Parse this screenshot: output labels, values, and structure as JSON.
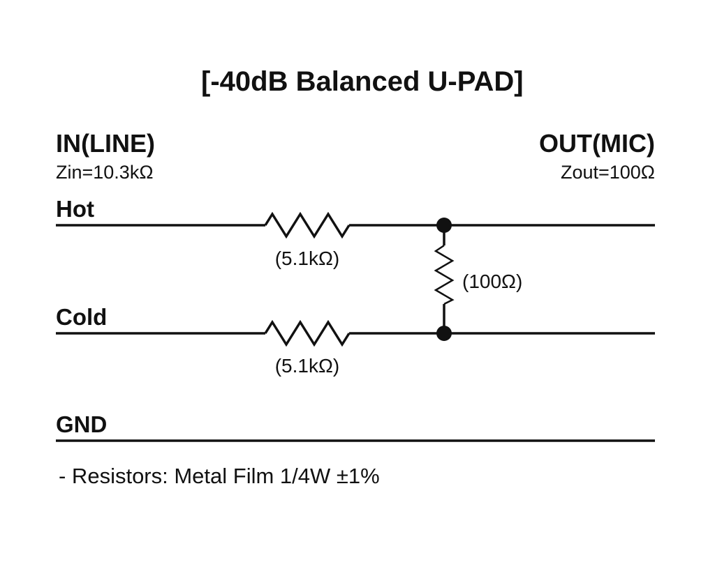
{
  "title": "[-40dB Balanced U-PAD]",
  "input": {
    "label": "IN(LINE)",
    "impedance": "Zin=10.3kΩ"
  },
  "output": {
    "label": "OUT(MIC)",
    "impedance": "Zout=100Ω"
  },
  "wires": {
    "hot": "Hot",
    "cold": "Cold",
    "gnd": "GND"
  },
  "components": {
    "r_hot": "(5.1kΩ)",
    "r_cold": "(5.1kΩ)",
    "r_shunt": "(100Ω)"
  },
  "note": "- Resistors: Metal Film 1/4W ±1%"
}
